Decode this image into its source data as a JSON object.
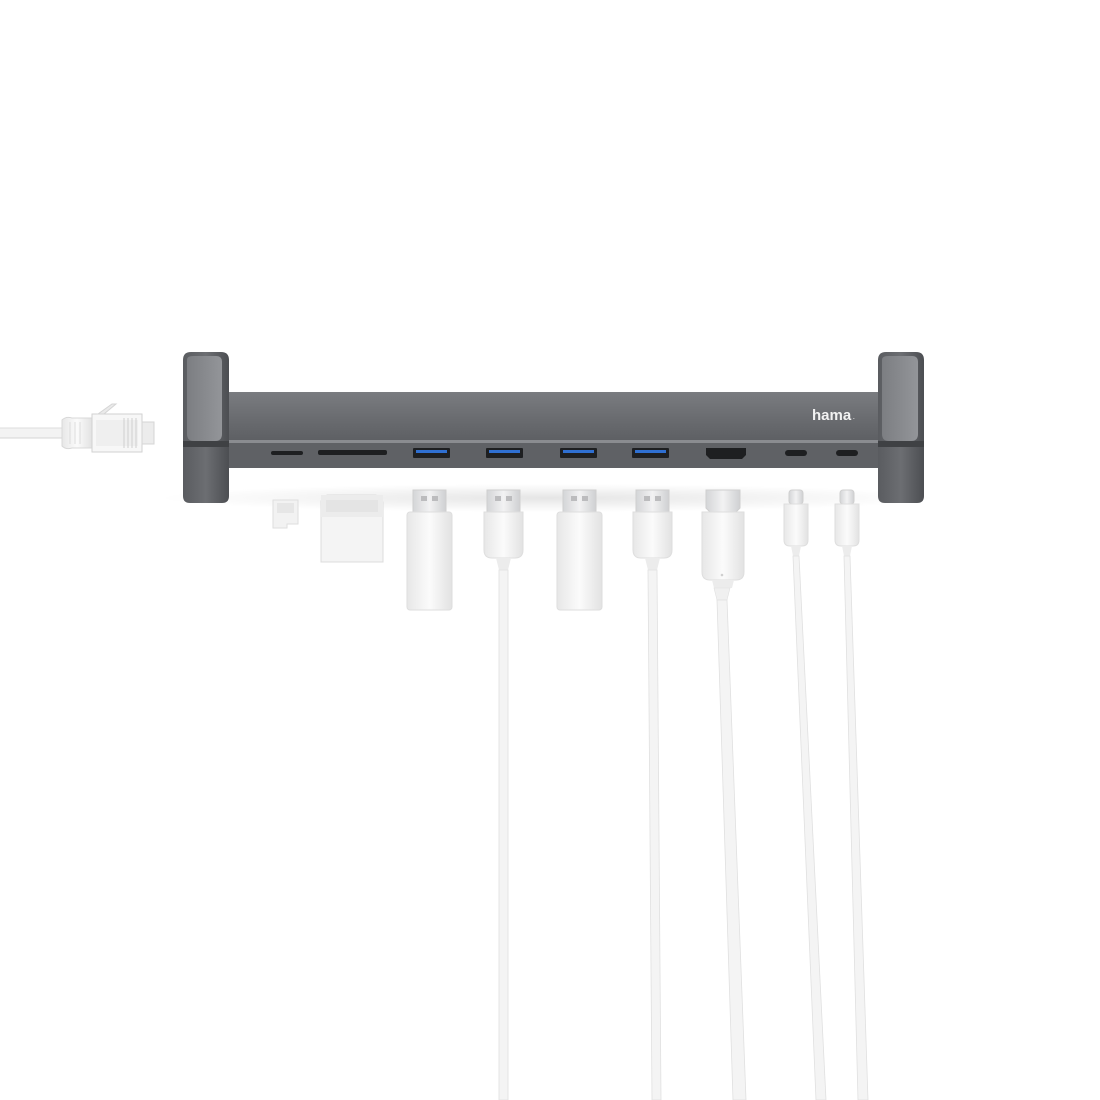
{
  "product": {
    "brand": "hama",
    "brand_mark": ".",
    "body_color": "#6e7074",
    "cap_color": "#4f5154",
    "port_color": "#1e1f21",
    "usb_accent": "#2f6fd1",
    "cable_color": "#f4f4f4"
  },
  "ports": [
    {
      "name": "micro-sd-slot",
      "icon": "micro-sd-slot"
    },
    {
      "name": "sd-slot",
      "icon": "sd-slot"
    },
    {
      "name": "usb-a-1",
      "icon": "usb-a-port"
    },
    {
      "name": "usb-a-2",
      "icon": "usb-a-port"
    },
    {
      "name": "usb-a-3",
      "icon": "usb-a-port"
    },
    {
      "name": "usb-a-4",
      "icon": "usb-a-port"
    },
    {
      "name": "hdmi",
      "icon": "hdmi-port"
    },
    {
      "name": "usb-c-1",
      "icon": "usb-c-port"
    },
    {
      "name": "usb-c-2",
      "icon": "usb-c-port"
    }
  ],
  "accessories": [
    {
      "name": "micro-sd-card",
      "icon": "micro-sd-card"
    },
    {
      "name": "sd-card",
      "icon": "sd-card"
    },
    {
      "name": "usb-flash-drive-1",
      "icon": "usb-stick"
    },
    {
      "name": "usb-a-cable-1",
      "icon": "usb-a-plug"
    },
    {
      "name": "usb-flash-drive-2",
      "icon": "usb-stick"
    },
    {
      "name": "usb-a-cable-2",
      "icon": "usb-a-plug"
    },
    {
      "name": "hdmi-cable",
      "icon": "hdmi-plug"
    },
    {
      "name": "usb-c-cable-1",
      "icon": "usb-c-plug"
    },
    {
      "name": "usb-c-cable-2",
      "icon": "usb-c-plug"
    },
    {
      "name": "ethernet-cable",
      "icon": "rj45-plug"
    }
  ]
}
